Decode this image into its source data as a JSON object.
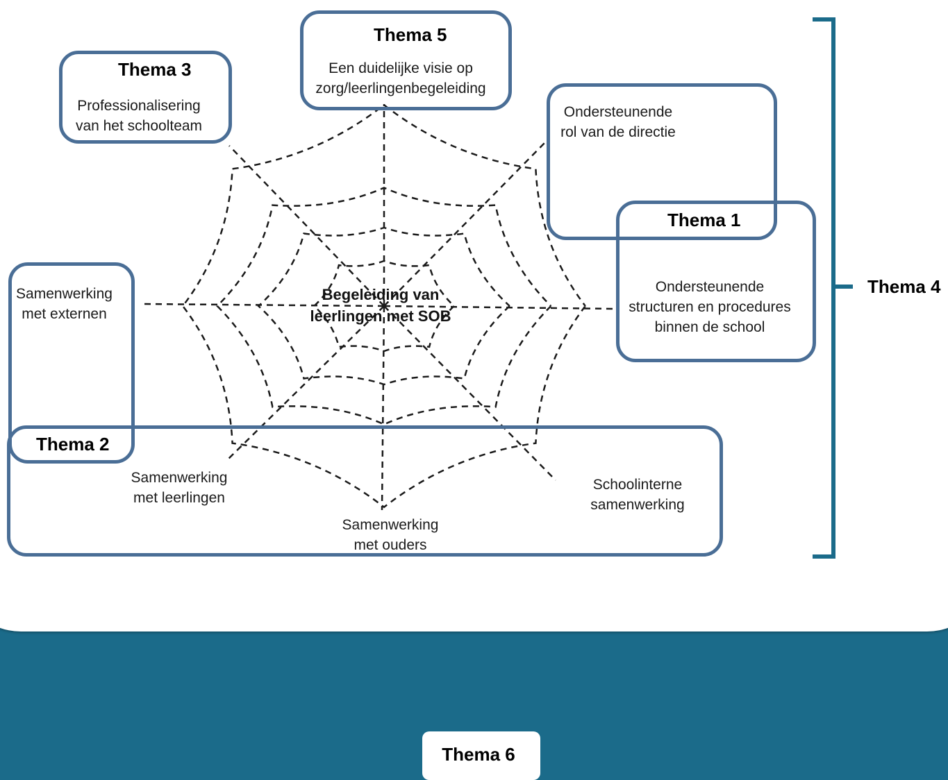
{
  "center": {
    "line1": "Begeleiding van",
    "line2": "leerlingen met SOB"
  },
  "spokes": {
    "top": {
      "line1": "Een duidelijke visie op",
      "line2": "zorg/leerlingenbegeleiding"
    },
    "top_left": {
      "line1": "Professionalisering",
      "line2": "van het schoolteam"
    },
    "top_right": {
      "line1": "Ondersteunende",
      "line2": "rol van de directie"
    },
    "right": {
      "line1": "Ondersteunende",
      "line2": "structuren en procedures",
      "line3": "binnen de school"
    },
    "left": {
      "line1": "Samenwerking",
      "line2": "met externen"
    },
    "bottom_left": {
      "line1": "Samenwerking",
      "line2": "met leerlingen"
    },
    "bottom": {
      "line1": "Samenwerking",
      "line2": "met ouders"
    },
    "bottom_right": {
      "line1": "Schoolinterne",
      "line2": "samenwerking"
    }
  },
  "themes": {
    "t1": "Thema 1",
    "t2": "Thema 2",
    "t3": "Thema 3",
    "t4": "Thema 4",
    "t5": "Thema 5",
    "t6": "Thema 6"
  },
  "colors": {
    "background": "#1b6b8a",
    "box_border": "#4a6e96",
    "bracket": "#1b6b8a",
    "web_line": "#1a1a1a"
  }
}
